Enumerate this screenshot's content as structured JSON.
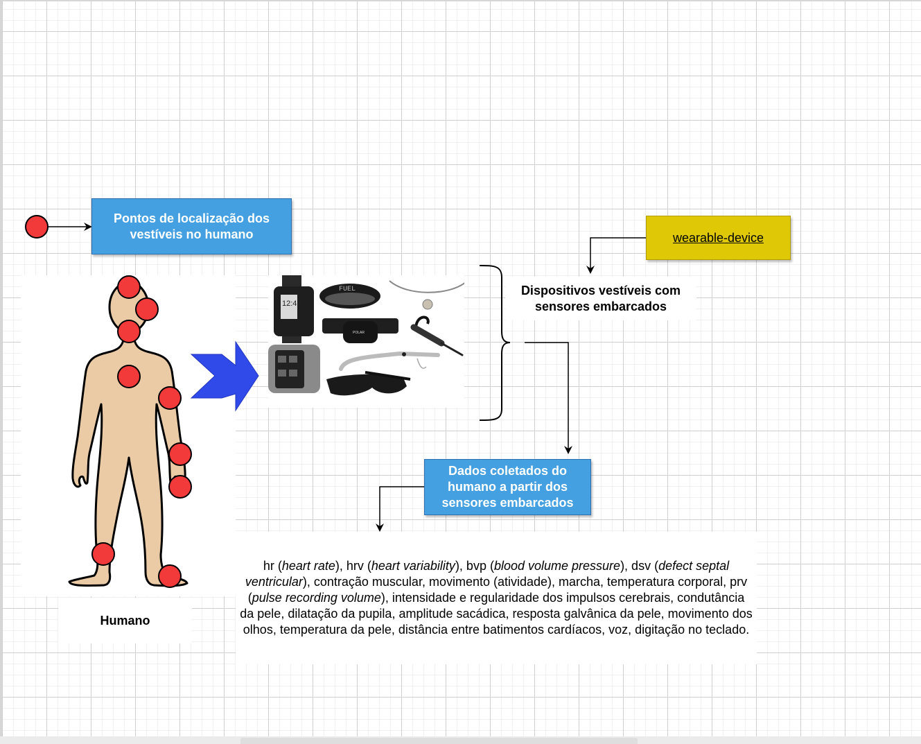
{
  "diagram": {
    "legend": {
      "marker": "red-dot",
      "label": "Pontos de localização dos vestíveis no humano"
    },
    "human": {
      "label": "Humano",
      "image": "human-body-figure",
      "sensor_point_count": 9
    },
    "transition_arrow": "blue-chevron-arrow",
    "devices": {
      "image": "wearable-devices-collage",
      "label": "Dispositivos vestíveis com sensores embarcados"
    },
    "tag": {
      "label": "wearable-device"
    },
    "data_box": {
      "label": "Dados coletados do humano a partir dos sensores embarcados"
    },
    "data_list": {
      "segments": [
        {
          "text": "hr (",
          "italic": false
        },
        {
          "text": "heart rate",
          "italic": true
        },
        {
          "text": "), hrv (",
          "italic": false
        },
        {
          "text": "heart variability",
          "italic": true
        },
        {
          "text": "), bvp (",
          "italic": false
        },
        {
          "text": "blood volume pressure",
          "italic": true
        },
        {
          "text": "), dsv (",
          "italic": false
        },
        {
          "text": "defect septal ventricular",
          "italic": true
        },
        {
          "text": "), contração muscular, movimento (atividade), marcha, temperatura corporal, prv (",
          "italic": false
        },
        {
          "text": "pulse recording volume",
          "italic": true
        },
        {
          "text": "), intensidade e regularidade dos impulsos cerebrais, condutância da pele, dilatação da pupila, amplitude sacádica, resposta galvânica da pele, movimento dos olhos, temperatura da pele, distância entre batimentos cardíacos, voz, digitação no teclado.",
          "italic": false
        }
      ]
    }
  },
  "colors": {
    "blue_box": "#44a0e0",
    "yellow_box": "#dfc907",
    "sensor_dot": "#f23a3a",
    "skin": "#ebcba6",
    "arrow_blue": "#2f4ae8"
  }
}
